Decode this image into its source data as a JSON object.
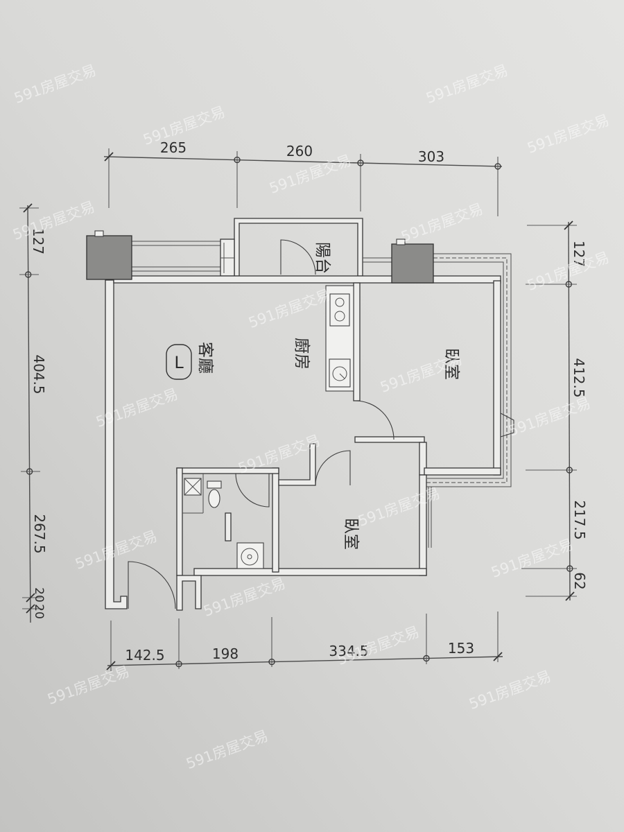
{
  "dimensions": {
    "top": [
      "265",
      "260",
      "303"
    ],
    "bottom": [
      "142.5",
      "198",
      "334.5",
      "153"
    ],
    "left": [
      "127",
      "404.5",
      "267.5",
      "20",
      "20"
    ],
    "right": [
      "127",
      "412.5",
      "217.5",
      "62"
    ]
  },
  "rooms": {
    "balcony": "陽台",
    "kitchen": "廚房",
    "living_room": "客廳",
    "living_room_tag": "L",
    "bedroom_1": "臥室",
    "bedroom_2": "臥室"
  },
  "watermark": "591房屋交易",
  "colors": {
    "paper": "#d9d9d7",
    "line": "#363636",
    "column": "#8b8b89"
  }
}
